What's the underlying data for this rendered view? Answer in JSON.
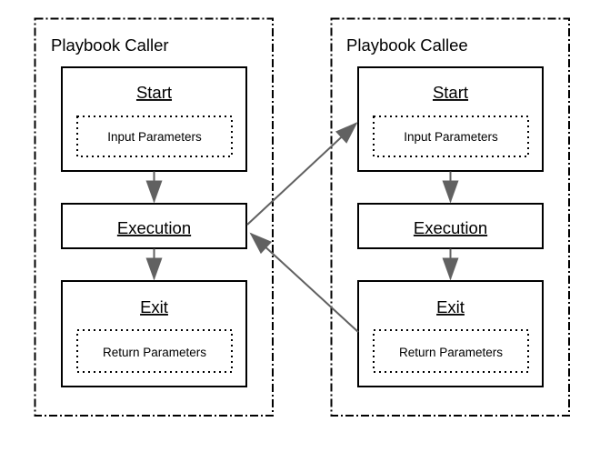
{
  "diagram": {
    "background": "#ffffff",
    "colors": {
      "box_border": "#000000",
      "text": "#000000",
      "arrow": "#616161"
    },
    "groups": [
      {
        "title": "Playbook Caller",
        "start_label": "Start",
        "input_params_label": "Input Parameters",
        "execution_label": "Execution",
        "exit_label": "Exit",
        "return_params_label": "Return Parameters"
      },
      {
        "title": "Playbook Callee",
        "start_label": "Start",
        "input_params_label": "Input Parameters",
        "execution_label": "Execution",
        "exit_label": "Exit",
        "return_params_label": "Return Parameters"
      }
    ],
    "connections": [
      {
        "from": "caller-start",
        "to": "caller-execution"
      },
      {
        "from": "caller-execution",
        "to": "caller-exit"
      },
      {
        "from": "callee-start",
        "to": "callee-execution"
      },
      {
        "from": "callee-execution",
        "to": "callee-exit"
      },
      {
        "from": "caller-execution",
        "to": "callee-start"
      },
      {
        "from": "callee-exit",
        "to": "caller-execution"
      }
    ]
  }
}
